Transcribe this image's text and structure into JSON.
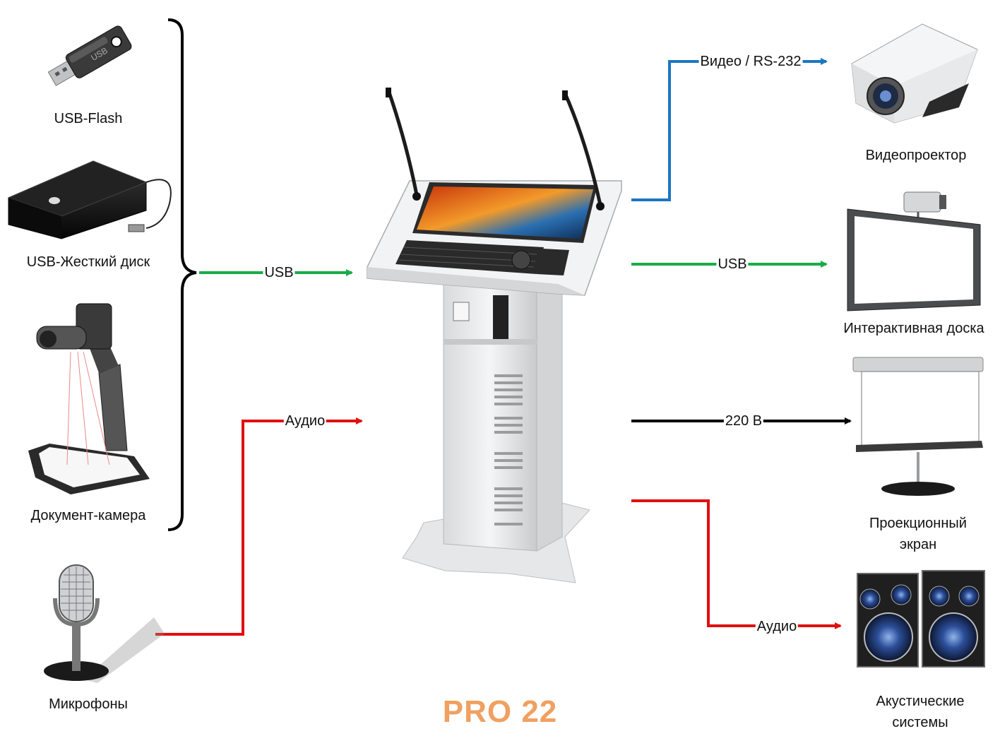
{
  "title": "PRO 22",
  "inputs": {
    "usb_flash": "USB-Flash",
    "usb_hdd": "USB-Жесткий диск",
    "doc_camera": "Документ-камера",
    "microphones": "Микрофоны"
  },
  "outputs": {
    "projector": "Видеопроектор",
    "interactive_board": "Интерактивная доска",
    "screen": "Проекционный экран",
    "speakers": "Акустические системы"
  },
  "connections": {
    "in_usb": "USB",
    "in_audio": "Аудио",
    "out_video": "Видео / RS-232",
    "out_usb": "USB",
    "out_power": "220 В",
    "out_audio": "Аудио"
  },
  "colors": {
    "usb": "#1aab4a",
    "audio": "#e01010",
    "video": "#1c76c0",
    "power": "#000000",
    "title": "#f0a060"
  },
  "icons": {
    "usb_flash": "usb-flash-icon",
    "usb_hdd": "hard-drive-icon",
    "doc_camera": "document-camera-icon",
    "microphones": "microphone-icon",
    "podium": "podium-icon",
    "projector": "projector-icon",
    "interactive_board": "interactive-board-icon",
    "screen": "projection-screen-icon",
    "speakers": "speakers-icon"
  }
}
